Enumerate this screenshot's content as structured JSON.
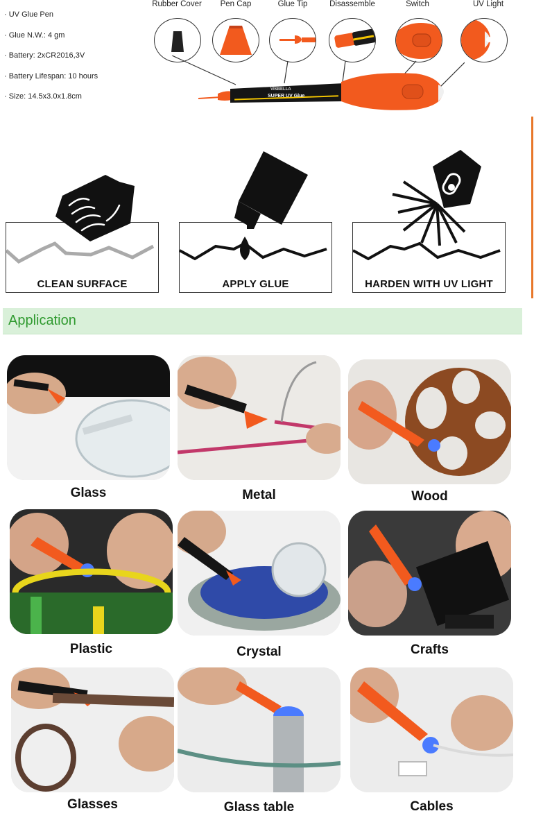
{
  "specs": [
    "UV Glue Pen",
    "Glue N.W.: 4 gm",
    "Battery: 2xCR2016,3V",
    "Battery Lifespan: 10 hours",
    "Size: 14.5x3.0x1.8cm"
  ],
  "parts": {
    "rubber_cover": "Rubber Cover",
    "pen_cap": "Pen Cap",
    "glue_tip": "Glue Tip",
    "disassemble": "Disassemble",
    "switch": "Switch",
    "uv_light": "UV Light"
  },
  "pen_brand": "VISBELLA",
  "pen_product": "SUPER UV Glue",
  "steps": {
    "clean": "CLEAN SURFACE",
    "apply": "APPLY GLUE",
    "harden": "HARDEN WITH UV LIGHT"
  },
  "application_title": "Application",
  "applications": {
    "glass": "Glass",
    "metal": "Metal",
    "wood": "Wood",
    "plastic": "Plastic",
    "crystal": "Crystal",
    "crafts": "Crafts",
    "glasses": "Glasses",
    "glass_table": "Glass table",
    "cables": "Cables"
  },
  "colors": {
    "pen_orange": "#f25a1e",
    "accent_rule": "#e8772a",
    "banner_bg": "#d9f0d9",
    "banner_text": "#2f9a2f",
    "uv_blue": "#4a7bff"
  }
}
